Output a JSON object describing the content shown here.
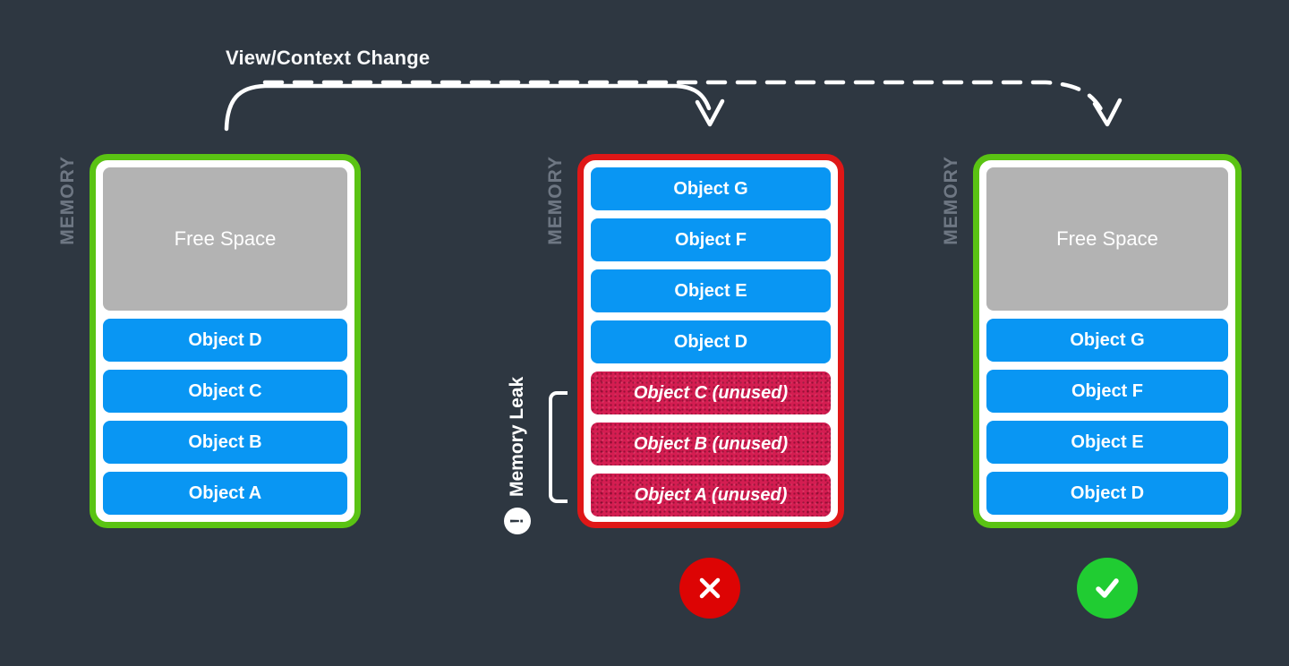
{
  "flow": {
    "title": "View/Context Change"
  },
  "panels": [
    {
      "memory_label": "MEMORY",
      "border": "green",
      "blocks": [
        {
          "label": "Free Space",
          "type": "free"
        },
        {
          "label": "Object D",
          "type": "used"
        },
        {
          "label": "Object C",
          "type": "used"
        },
        {
          "label": "Object B",
          "type": "used"
        },
        {
          "label": "Object A",
          "type": "used"
        }
      ]
    },
    {
      "memory_label": "MEMORY",
      "border": "red",
      "blocks": [
        {
          "label": "Object G",
          "type": "used"
        },
        {
          "label": "Object F",
          "type": "used"
        },
        {
          "label": "Object E",
          "type": "used"
        },
        {
          "label": "Object D",
          "type": "used"
        },
        {
          "label": "Object C (unused)",
          "type": "unused"
        },
        {
          "label": "Object B (unused)",
          "type": "unused"
        },
        {
          "label": "Object A (unused)",
          "type": "unused"
        }
      ]
    },
    {
      "memory_label": "MEMORY",
      "border": "green",
      "blocks": [
        {
          "label": "Free Space",
          "type": "free"
        },
        {
          "label": "Object G",
          "type": "used"
        },
        {
          "label": "Object F",
          "type": "used"
        },
        {
          "label": "Object E",
          "type": "used"
        },
        {
          "label": "Object D",
          "type": "used"
        }
      ]
    }
  ],
  "annotation": {
    "label": "Memory Leak",
    "icon": "!"
  },
  "colors": {
    "background": "#2e3741",
    "panel_green": "#5ac313",
    "panel_red": "#df1717",
    "block_blue": "#0996f3",
    "block_crimson": "#d41d51",
    "free_space_gray": "#b3b3b3",
    "memory_label_gray": "#6e7783",
    "fail_red": "#dd0404",
    "pass_green": "#20cc32"
  }
}
